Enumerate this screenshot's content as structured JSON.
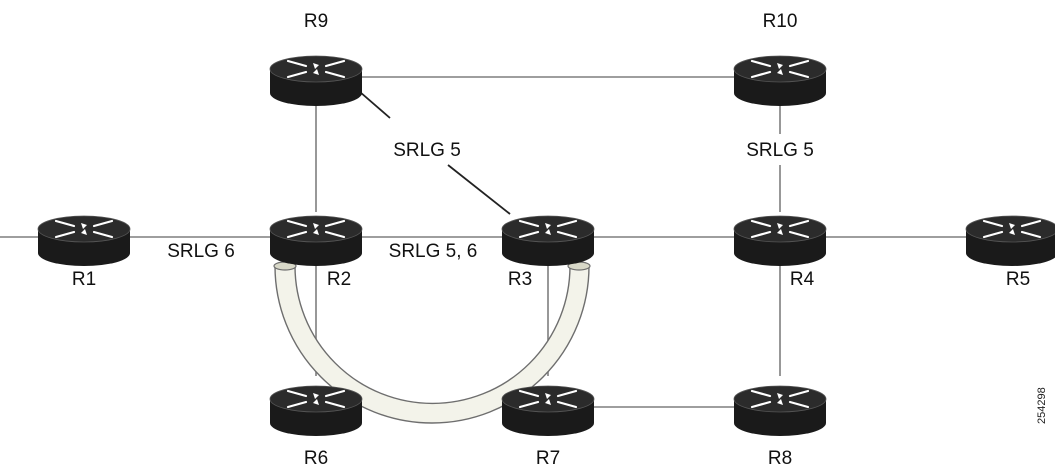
{
  "routers": [
    {
      "id": "r1",
      "label": "R1"
    },
    {
      "id": "r2",
      "label": "R2"
    },
    {
      "id": "r3",
      "label": "R3"
    },
    {
      "id": "r4",
      "label": "R4"
    },
    {
      "id": "r5",
      "label": "R5"
    },
    {
      "id": "r6",
      "label": "R6"
    },
    {
      "id": "r7",
      "label": "R7"
    },
    {
      "id": "r8",
      "label": "R8"
    },
    {
      "id": "r9",
      "label": "R9"
    },
    {
      "id": "r10",
      "label": "R10"
    }
  ],
  "links": [
    {
      "from": "r1",
      "to": "r2",
      "srlg": "SRLG 6"
    },
    {
      "from": "r2",
      "to": "r3",
      "srlg": "SRLG 5, 6"
    },
    {
      "from": "r9",
      "to": "r3",
      "srlg": "SRLG 5"
    },
    {
      "from": "r10",
      "to": "r4",
      "srlg": "SRLG 5"
    },
    {
      "from": "r9",
      "to": "r10",
      "srlg": ""
    },
    {
      "from": "r9",
      "to": "r2",
      "srlg": ""
    },
    {
      "from": "r3",
      "to": "r4",
      "srlg": ""
    },
    {
      "from": "r4",
      "to": "r5",
      "srlg": ""
    },
    {
      "from": "r2",
      "to": "r6",
      "srlg": ""
    },
    {
      "from": "r3",
      "to": "r7",
      "srlg": ""
    },
    {
      "from": "r7",
      "to": "r8",
      "srlg": ""
    },
    {
      "from": "r4",
      "to": "r8",
      "srlg": ""
    }
  ],
  "tunnel": {
    "from": "r2",
    "to": "r3"
  },
  "figure_id": "254298",
  "colors": {
    "router_body": "#1a1a1a",
    "router_top": "#2b2b2b",
    "link": "#7f7f7f",
    "tunnel_fill": "#f3f3ea",
    "tunnel_stroke": "#6e6e6e"
  }
}
